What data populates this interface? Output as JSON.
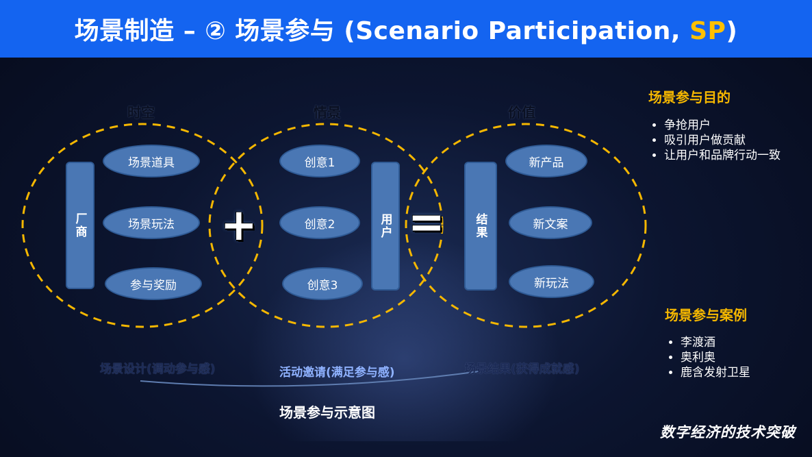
{
  "header": {
    "title_main": "场景制造 – ② 场景参与 (Scenario Participation, ",
    "title_highlight": "SP",
    "title_end": ")"
  },
  "colors": {
    "header_bg": "#1464f0",
    "accent_yellow": "#ffc000",
    "dashed_circle": "#f5b700",
    "node_fill": "#4a77b4"
  },
  "diagram": {
    "circles": [
      {
        "title": "时空",
        "items": [
          "场景道具",
          "场景玩法",
          "参与奖励"
        ],
        "bar_label": "厂商",
        "caption": "场景设计(调动参与感)"
      },
      {
        "title": "情景",
        "items": [
          "创意1",
          "创意2",
          "创意3"
        ],
        "bar_label": "用户",
        "caption": "活动邀请(满足参与感)"
      },
      {
        "title": "价值",
        "items": [
          "新产品",
          "新文案",
          "新玩法"
        ],
        "bar_label": "结果",
        "caption": "场景结果(获得成就感)"
      }
    ],
    "operators": [
      "+",
      "="
    ],
    "figure_title": "场景参与示意图"
  },
  "side": {
    "purpose_title": "场景参与目的",
    "purpose_items": [
      "争抢用户",
      "吸引用户做贡献",
      "让用户和品牌行动一致"
    ],
    "cases_title": "场景参与案例",
    "cases_items": [
      "李渡酒",
      "奥利奥",
      "鹿含发射卫星"
    ]
  },
  "brand": "数字经济的技术突破"
}
